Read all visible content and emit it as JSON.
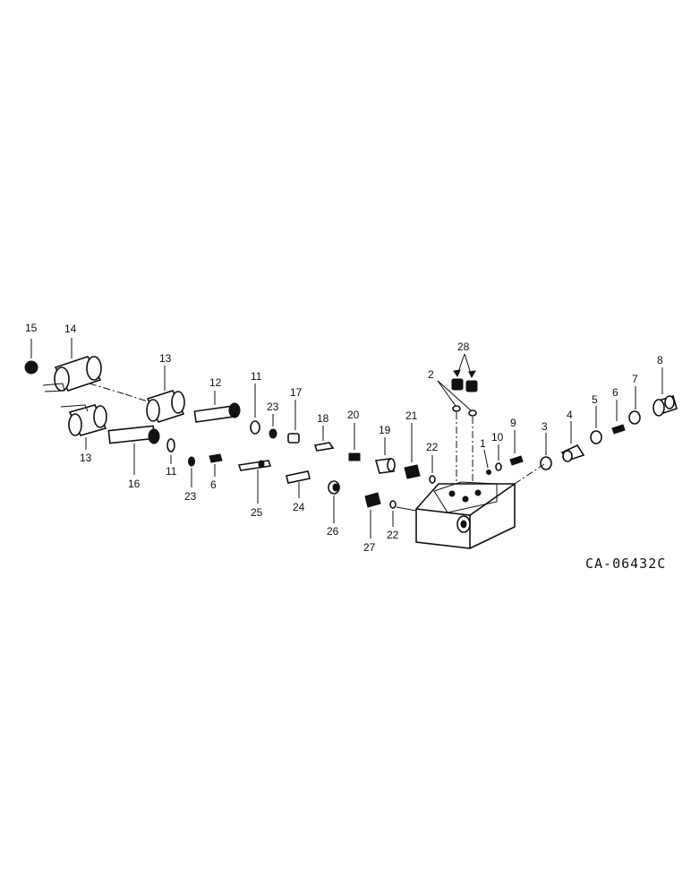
{
  "diagram": {
    "reference_code": "CA-06432C",
    "callouts": [
      "15",
      "14",
      "13",
      "12",
      "11",
      "23",
      "17",
      "18",
      "20",
      "19",
      "21",
      "22",
      "28",
      "2",
      "9",
      "10",
      "1",
      "3",
      "4",
      "5",
      "6",
      "7",
      "8",
      "13",
      "16",
      "11",
      "23",
      "6",
      "25",
      "24",
      "26",
      "27",
      "22"
    ]
  }
}
